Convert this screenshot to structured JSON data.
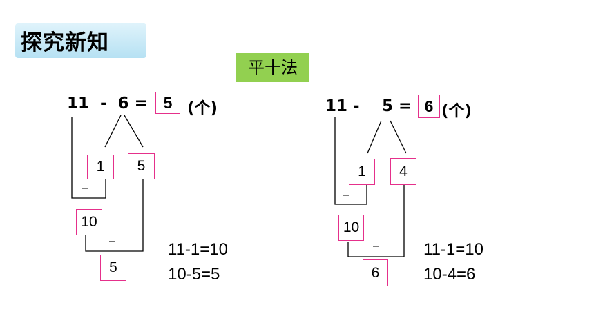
{
  "header": {
    "title": "探究新知"
  },
  "method": {
    "label": "平十法"
  },
  "left": {
    "equation": "11  -  6 =",
    "answer": "5",
    "unit": "(个)",
    "split_a": "1",
    "split_b": "5",
    "ten": "10",
    "result": "5",
    "minus_sign": "–",
    "calc_line1": "11-1=10",
    "calc_line2": "10-5=5"
  },
  "right": {
    "equation_a": "11 -",
    "equation_b": "5 =",
    "answer": "6",
    "unit": "(个)",
    "split_a": "1",
    "split_b": "4",
    "ten": "10",
    "result": "6",
    "minus_sign": "–",
    "calc_line1": "11-1=10",
    "calc_line2": "10-4=6"
  },
  "colors": {
    "box_border": "#e5308b",
    "method_bg": "#92d050",
    "title_bg": "#b6e1f3"
  }
}
